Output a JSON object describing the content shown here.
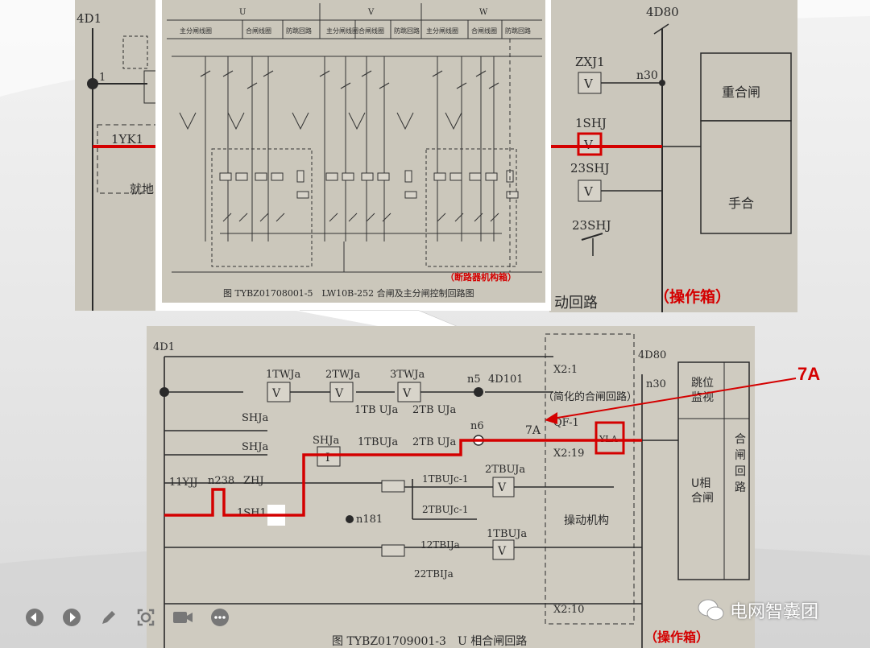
{
  "top_left_photo": {
    "terminal_top": "4D1",
    "node_1": "1",
    "yk_label": "1YK1",
    "ground_label": "就地"
  },
  "top_right_photo": {
    "terminal_top": "4D80",
    "relay_1": "ZXJ1",
    "relay_1_symbol": "V",
    "node": "n30",
    "relay_2": "1SHJ",
    "relay_2_symbol": "V",
    "relay_3": "23SHJ",
    "relay_3_symbol": "V",
    "relay_4": "23SHJ",
    "box_1": "重合闸",
    "box_2": "手合",
    "circuit_word": "动回路",
    "stamp": "（操作箱）"
  },
  "inset_diagram": {
    "phase_u": "U",
    "phase_v": "V",
    "phase_w": "W",
    "headers": [
      "主分闸线圈",
      "合闸线圈",
      "防跳回路",
      "主分闸线圈",
      "合闸线圈",
      "防跳回路",
      "主分闸线圈",
      "合闸线圈",
      "防跳回路"
    ],
    "caption": "图 TYBZ01708001-5　LW10B-252 合闸及主分闸控制回路图",
    "stamp": "（断路器机构箱）"
  },
  "bottom_photo": {
    "terminal_4d1": "4D1",
    "terminal_4d80": "4D80",
    "twja_1": "1TWJa",
    "twja_2": "2TWJa",
    "twja_3": "3TWJa",
    "v_symbol": "V",
    "i_symbol": "I",
    "n5": "n5",
    "d101": "4D101",
    "x2_1": "X2:1",
    "n30": "n30",
    "simplified": "（简化的合闸回路）",
    "shja_1": "SHJa",
    "shja_2": "SHJa",
    "shja_3": "SHJa",
    "tb_uja_1": "1TB UJa",
    "tb_uja_2": "2TB UJa",
    "n6": "n6",
    "tbuja_1": "1TBUJa",
    "tbuja_2": "2TB UJa",
    "label_7a": "7A",
    "qf": "QF-1",
    "yla": "YLA",
    "x2_19": "X2:19",
    "yjj": "11YJJ",
    "n238": "n238",
    "zhj": "ZHJ",
    "sh1": "1SH1",
    "tbujc_1": "1TBUJc-1",
    "tbujc_2": "2TBUJc-1",
    "tbuja_v": "2TBUJa",
    "n181": "n181",
    "mechanism": "操动机构",
    "tbija_12": "12TBIJa",
    "tbija_22": "22TBIJa",
    "tbuja_1b": "1TBUJa",
    "x2_10": "X2:10",
    "side_1": "跳位监视",
    "side_2": "合闸回路",
    "side_3": "U相合闸",
    "caption": "图 TYBZ01709001-3　U 相合闸回路",
    "stamp": "（操作箱）"
  },
  "callout": {
    "label": "7A"
  },
  "watermark": {
    "text": "电网智囊团"
  },
  "colors": {
    "highlight": "#d40000",
    "paper": "#cfcbbf",
    "ink": "#2a2a2a"
  },
  "toolbar_icons": [
    "previous-icon",
    "next-icon",
    "pen-icon",
    "zoom-icon",
    "camera-icon",
    "more-icon"
  ]
}
